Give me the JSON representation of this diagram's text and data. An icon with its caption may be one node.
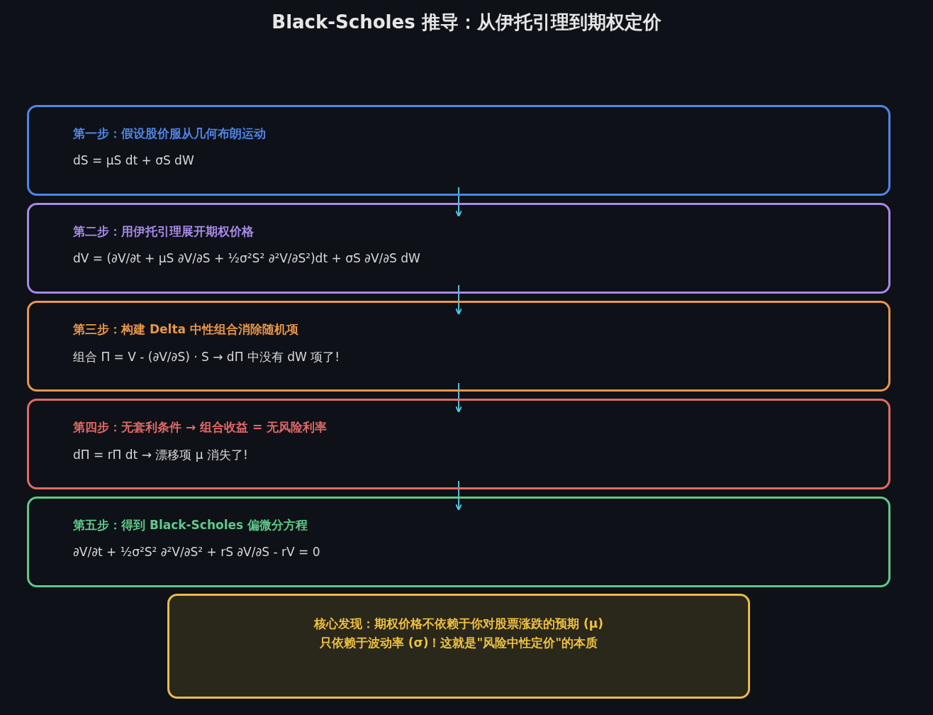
{
  "diagram": {
    "title": "Black-Scholes 推导：从伊托引理到期权定价",
    "nodes": [
      {
        "text": [
          "第一步：假设股价服从几何布朗运动",
          "dS = μS dt + σS dW"
        ]
      },
      {
        "text": [
          "第二步：用伊托引理展开期权价格",
          "dV = (∂V/∂t + μS ∂V/∂S + ½σ²S² ∂²V/∂S²)dt + σS ∂V/∂S dW"
        ]
      },
      {
        "text": [
          "第三步：构建 Delta 中性组合消除随机项",
          "组合 Π = V - (∂V/∂S) · S → dΠ 中没有 dW 项了!"
        ]
      },
      {
        "text": [
          "第四步：无套利条件 → 组合收益 = 无风险利率",
          "dΠ = rΠ dt → 漂移项 μ 消失了!"
        ]
      },
      {
        "text": [
          "第五步：得到 Black-Scholes 偏微分方程",
          "∂V/∂t + ½σ²S² ∂²V/∂S² + rS ∂V/∂S - rV = 0"
        ]
      },
      {
        "text": [
          "核心发现：期权价格不依赖于你对股票涨跌的预期 (μ)",
          "只依赖于波动率 (σ)！这就是\"风险中性定价\"的本质"
        ]
      }
    ],
    "edges": [
      {
        "from": 0,
        "to": 1,
        "arrow": "to"
      },
      {
        "from": 1,
        "to": 2,
        "arrow": "to"
      },
      {
        "from": 2,
        "to": 3,
        "arrow": "to"
      },
      {
        "from": 3,
        "to": 4,
        "arrow": "to"
      }
    ]
  }
}
